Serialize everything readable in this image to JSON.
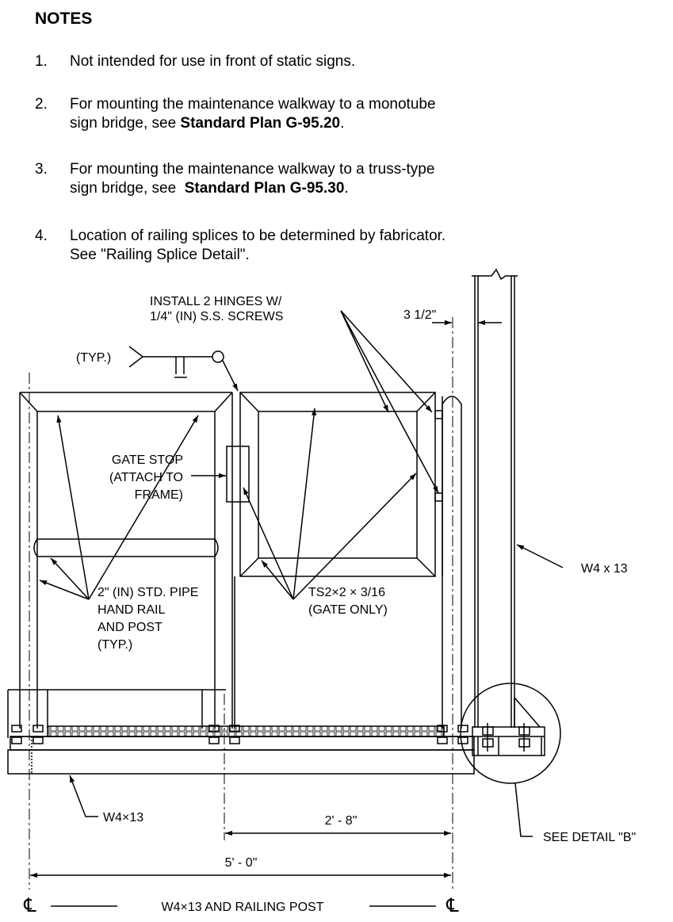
{
  "notes": {
    "title": "NOTES",
    "items": [
      {
        "num": "1.",
        "lines": [
          "Not intended for use in front of static signs."
        ]
      },
      {
        "num": "2.",
        "line1": "For mounting the maintenance walkway to a monotube",
        "line2_pre": "sign bridge, see ",
        "line2_bold": "Standard Plan G-95.20",
        "line2_post": "."
      },
      {
        "num": "3.",
        "line1": "For mounting the maintenance walkway to a truss-type",
        "line2_pre": "sign bridge, see  ",
        "line2_bold": "Standard Plan G-95.30",
        "line2_post": "."
      },
      {
        "num": "4.",
        "line1": "Location of railing splices to be determined by fabricator.",
        "line2": "See \"Railing Splice Detail\"."
      }
    ]
  },
  "drawing": {
    "hinges_label": [
      "INSTALL 2 HINGES W/",
      "1/4\" (IN) S.S. SCREWS"
    ],
    "typ_label": "(TYP.)",
    "dim_3_5": "3 1/2\"",
    "gate_stop_label": [
      "GATE STOP",
      "(ATTACH TO",
      "FRAME)"
    ],
    "w4x13_column_label": "W4 x 13",
    "pipe_label": [
      "2\" (IN) STD. PIPE",
      "HAND RAIL",
      "AND POST",
      "(TYP.)"
    ],
    "gate_tube_label": [
      "TS2×2 × 3/16",
      "(GATE ONLY)"
    ],
    "beam_label": "W4×13",
    "detail_label": "SEE DETAIL \"B\"",
    "dim_2_8": "2' - 8\"",
    "dim_5_0": "5' - 0\"",
    "centerline_symbol": "℄",
    "centerline_label": "W4×13 AND RAILING POST"
  }
}
